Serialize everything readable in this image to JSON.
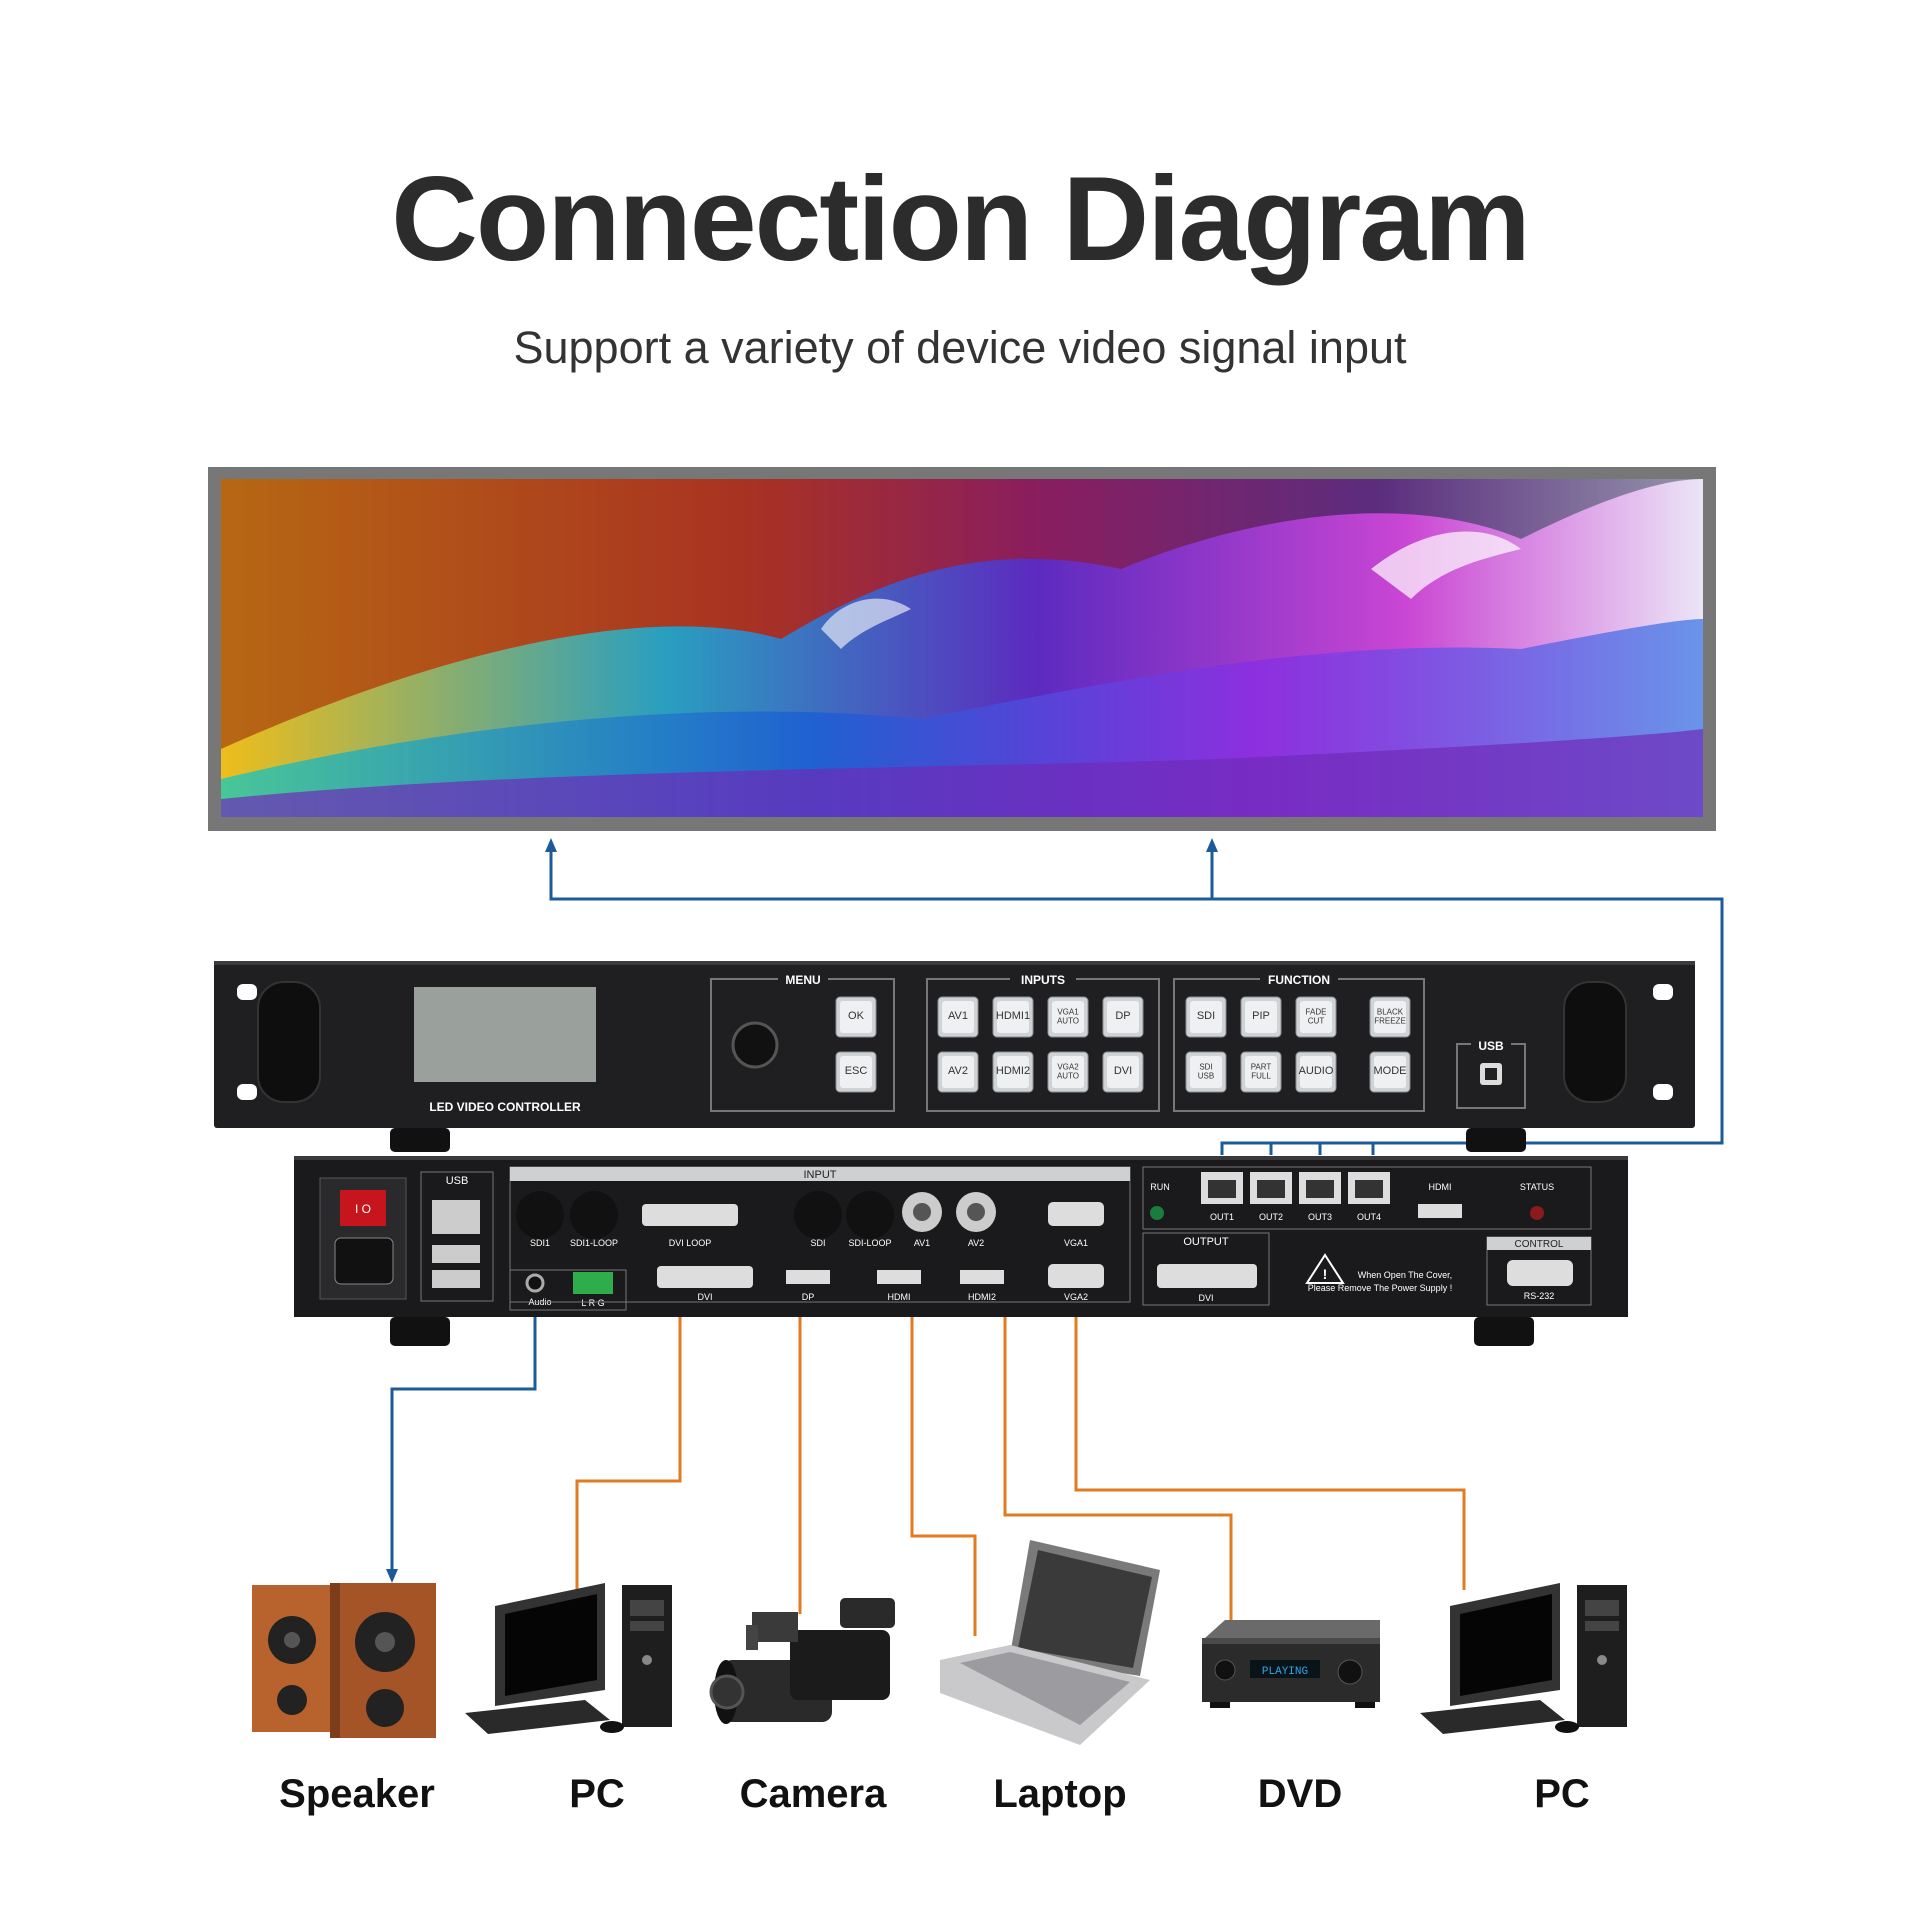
{
  "header": {
    "title": "Connection Diagram",
    "subtitle": "Support a variety of device video signal input"
  },
  "controller_front": {
    "brand_label": "LED VIDEO CONTROLLER",
    "menu_label": "MENU",
    "menu_buttons": [
      "OK",
      "ESC"
    ],
    "inputs_label": "INPUTS",
    "input_buttons": [
      "AV1",
      "HDMI1",
      "VGA1 AUTO",
      "DP",
      "AV2",
      "HDMI2",
      "VGA2 AUTO",
      "DVI"
    ],
    "function_label": "FUNCTION",
    "function_buttons": [
      "SDI",
      "PIP",
      "FADE CUT",
      "BLACK FREEZE",
      "SDI USB",
      "PART FULL",
      "AUDIO",
      "MODE"
    ],
    "usb_label": "USB"
  },
  "controller_rear": {
    "usb_label": "USB",
    "power_switch": "I  O",
    "audio_label": "Audio",
    "lrg_label": "L R G",
    "input_label": "INPUT",
    "ports_top": [
      "SDI1",
      "SDI1-LOOP",
      "DVI LOOP",
      "SDI",
      "SDI-LOOP",
      "AV1",
      "AV2",
      "VGA1"
    ],
    "ports_bottom": [
      "DVI",
      "DP",
      "HDMI",
      "HDMI2",
      "VGA2"
    ],
    "run_label": "RUN",
    "outs": [
      "OUT1",
      "OUT2",
      "OUT3",
      "OUT4"
    ],
    "hdmi_label": "HDMI",
    "status_label": "STATUS",
    "output_label": "OUTPUT",
    "output_dvi": "DVI",
    "control_label": "CONTROL",
    "rs232_label": "RS-232",
    "warning_line1": "When Open The Cover,",
    "warning_line2": "Please Remove The Power Supply !"
  },
  "devices": [
    {
      "label": "Speaker"
    },
    {
      "label": "PC"
    },
    {
      "label": "Camera"
    },
    {
      "label": "Laptop"
    },
    {
      "label": "DVD"
    },
    {
      "label": "PC"
    }
  ],
  "dvd_display": "PLAYING",
  "colors": {
    "output_line": "#1c5a99",
    "input_line": "#e07b22",
    "audio_line": "#1c5a99",
    "panel": "#1f1f21"
  }
}
